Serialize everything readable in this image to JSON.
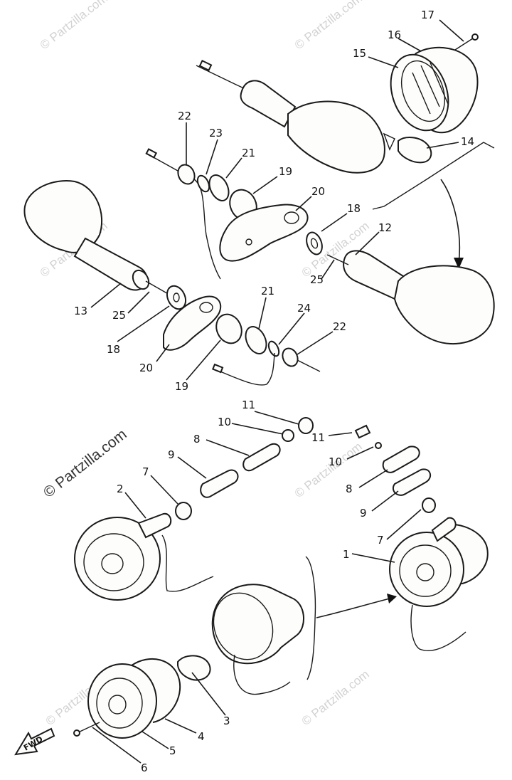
{
  "watermark": {
    "text": "© Partzilla.com"
  },
  "direction_label": "FWD",
  "callouts": [
    {
      "id": "c1",
      "text": "1"
    },
    {
      "id": "c2",
      "text": "2"
    },
    {
      "id": "c3",
      "text": "3"
    },
    {
      "id": "c4",
      "text": "4"
    },
    {
      "id": "c5",
      "text": "5"
    },
    {
      "id": "c6",
      "text": "6"
    },
    {
      "id": "c7a",
      "text": "7"
    },
    {
      "id": "c7b",
      "text": "7"
    },
    {
      "id": "c8a",
      "text": "8"
    },
    {
      "id": "c8b",
      "text": "8"
    },
    {
      "id": "c9a",
      "text": "9"
    },
    {
      "id": "c9b",
      "text": "9"
    },
    {
      "id": "c10a",
      "text": "10"
    },
    {
      "id": "c10b",
      "text": "10"
    },
    {
      "id": "c11a",
      "text": "11"
    },
    {
      "id": "c11b",
      "text": "11"
    },
    {
      "id": "c12",
      "text": "12"
    },
    {
      "id": "c13",
      "text": "13"
    },
    {
      "id": "c14",
      "text": "14"
    },
    {
      "id": "c15",
      "text": "15"
    },
    {
      "id": "c16",
      "text": "16"
    },
    {
      "id": "c17",
      "text": "17"
    },
    {
      "id": "c18a",
      "text": "18"
    },
    {
      "id": "c18b",
      "text": "18"
    },
    {
      "id": "c19a",
      "text": "19"
    },
    {
      "id": "c19b",
      "text": "19"
    },
    {
      "id": "c20a",
      "text": "20"
    },
    {
      "id": "c20b",
      "text": "20"
    },
    {
      "id": "c21a",
      "text": "21"
    },
    {
      "id": "c21b",
      "text": "21"
    },
    {
      "id": "c22a",
      "text": "22"
    },
    {
      "id": "c22b",
      "text": "22"
    },
    {
      "id": "c23",
      "text": "23"
    },
    {
      "id": "c24",
      "text": "24"
    },
    {
      "id": "c25a",
      "text": "25"
    },
    {
      "id": "c25b",
      "text": "25"
    }
  ]
}
